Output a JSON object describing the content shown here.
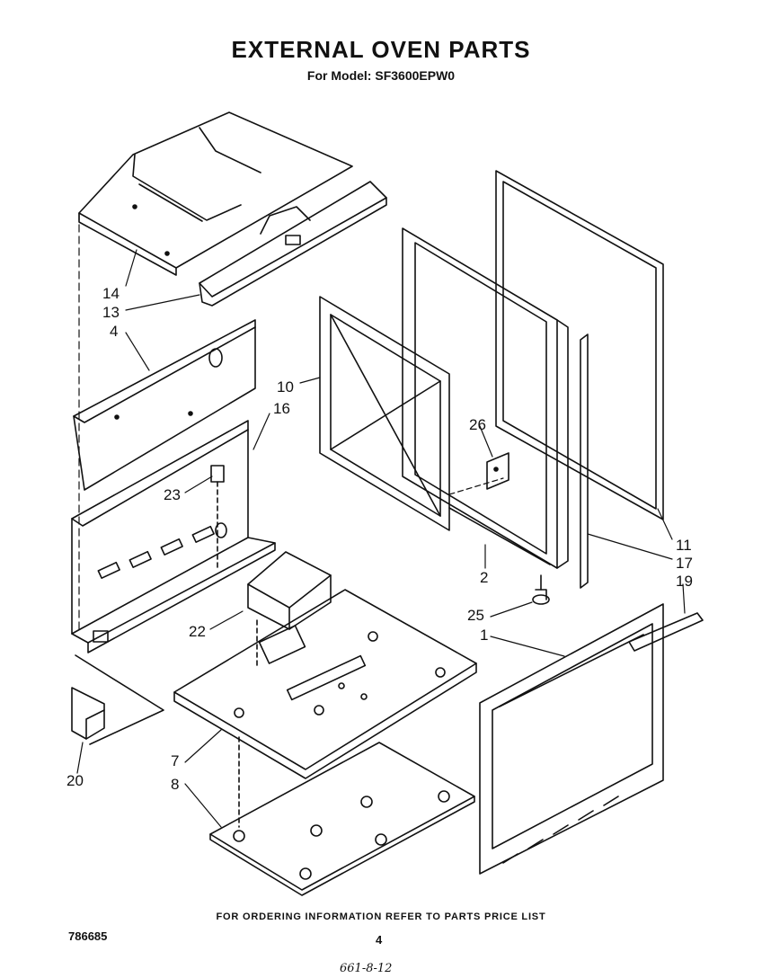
{
  "header": {
    "title": "EXTERNAL OVEN PARTS",
    "subtitle": "For Model: SF3600EPW0"
  },
  "callouts": [
    "14",
    "13",
    "4",
    "16",
    "23",
    "10",
    "26",
    "2",
    "22",
    "25",
    "1",
    "11",
    "17",
    "19",
    "20",
    "7",
    "8"
  ],
  "footer": {
    "note": "FOR ORDERING INFORMATION REFER TO PARTS PRICE LIST",
    "document_number": "786685",
    "page_number": "4",
    "handwritten": "661-8-12"
  }
}
